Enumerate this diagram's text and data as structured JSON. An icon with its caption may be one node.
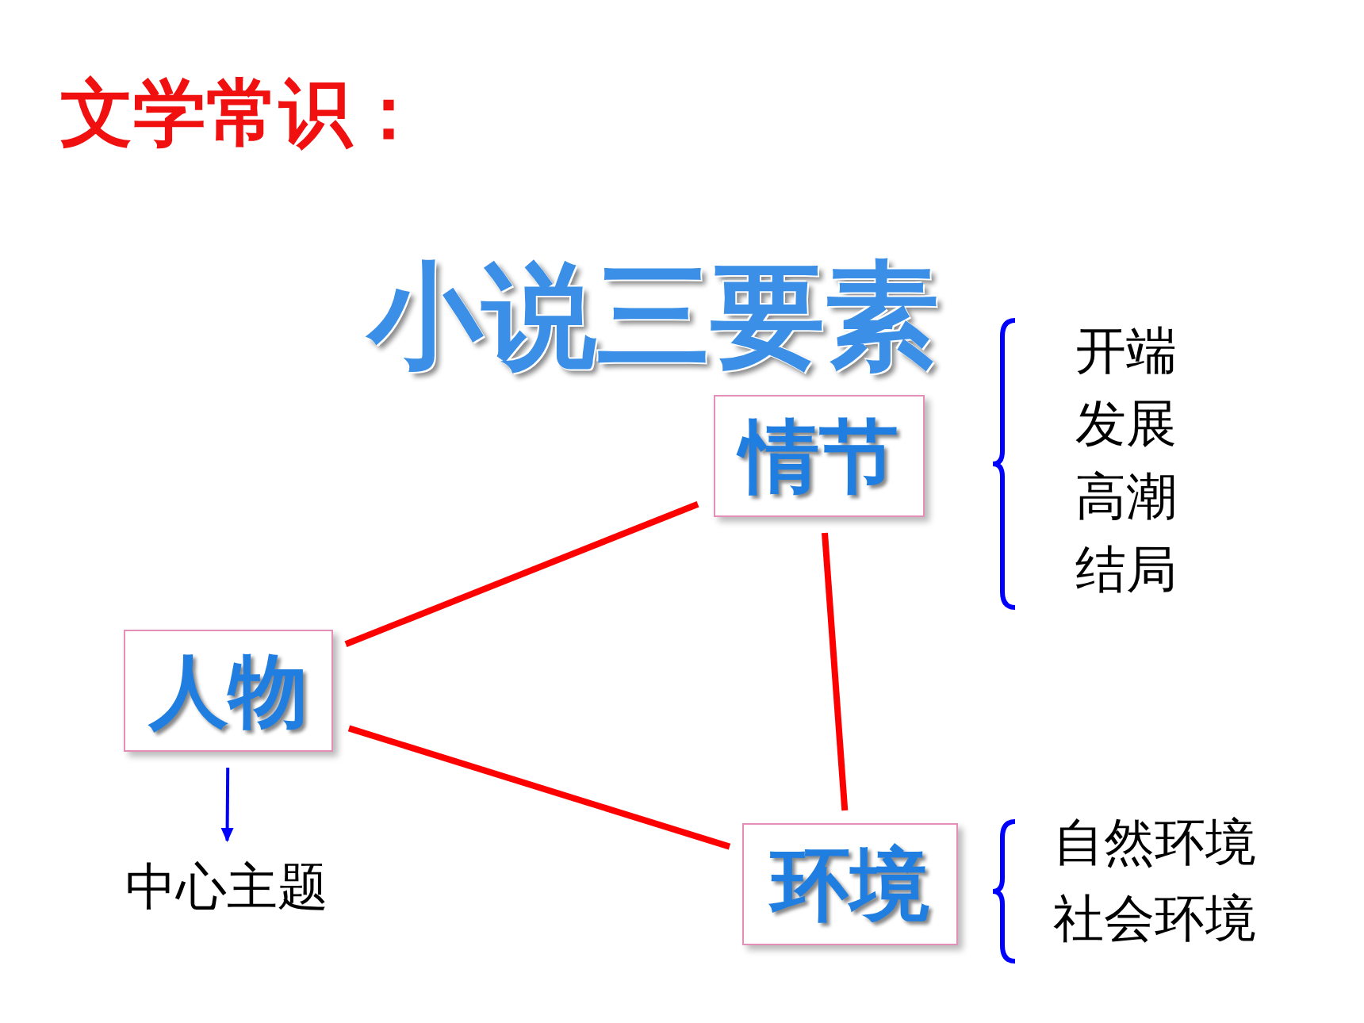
{
  "diagram": {
    "title": "文学常识：",
    "nodes": [
      {
        "text": [
          "情节"
        ]
      },
      {
        "text": [
          "人物"
        ]
      },
      {
        "text": [
          "环境"
        ]
      },
      {
        "text": [
          "中心主题"
        ]
      }
    ],
    "edges": [
      {
        "from": 0,
        "to": 1,
        "arrow": "none"
      },
      {
        "from": 1,
        "to": 2,
        "arrow": "none"
      },
      {
        "from": 0,
        "to": 2,
        "arrow": "none"
      },
      {
        "from": 1,
        "to": 3,
        "arrow": "to",
        "color": "#0000ff"
      }
    ],
    "labels": [
      "小说三要素",
      "开端",
      "发展",
      "高潮",
      "结局",
      "自然环境",
      "社会环境"
    ]
  }
}
